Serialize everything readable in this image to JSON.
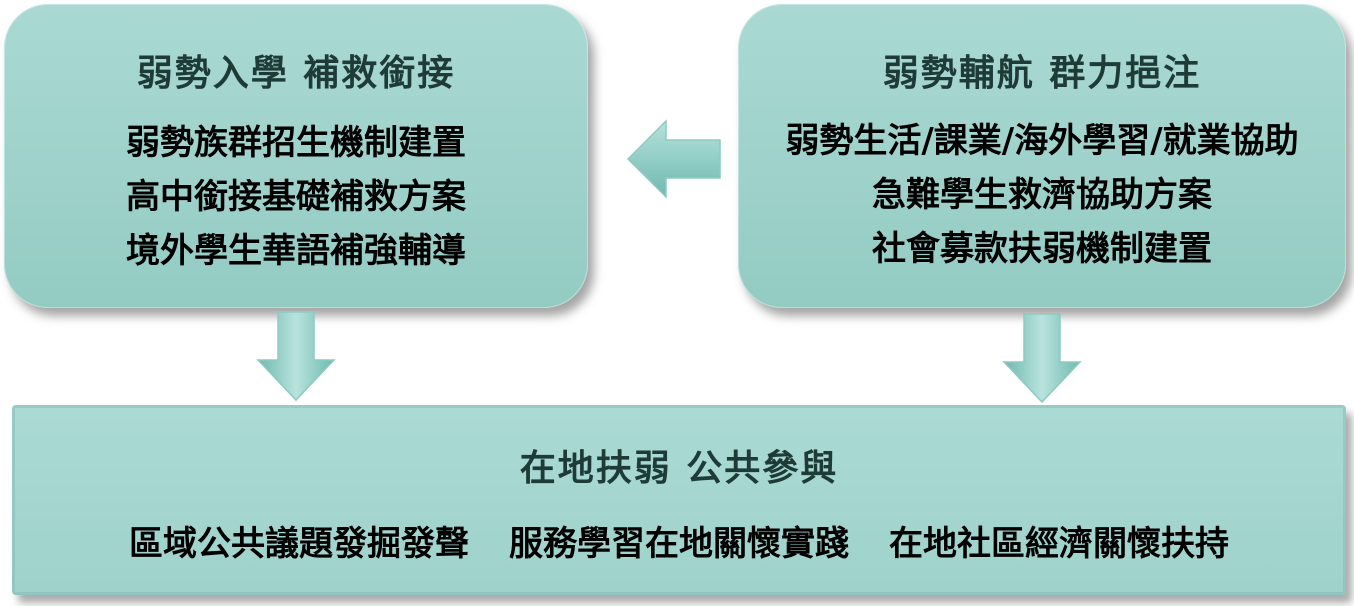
{
  "left_box": {
    "title": "弱勢入學 補救銜接",
    "items": [
      "弱勢族群招生機制建置",
      "高中銜接基礎補救方案",
      "境外學生華語補強輔導"
    ]
  },
  "right_box": {
    "title": "弱勢輔航 群力挹注",
    "items": [
      "弱勢生活/課業/海外學習/就業協助",
      "急難學生救濟協助方案",
      "社會募款扶弱機制建置"
    ]
  },
  "bottom_box": {
    "title": "在地扶弱 公共參與",
    "items": [
      "區域公共議題發掘發聲",
      "服務學習在地關懷實踐",
      "在地社區經濟關懷扶持"
    ]
  },
  "colors": {
    "box_fill": "#9dd1ca",
    "arrow_fill": "#7ec5bd",
    "title_text": "#1f3b38"
  }
}
